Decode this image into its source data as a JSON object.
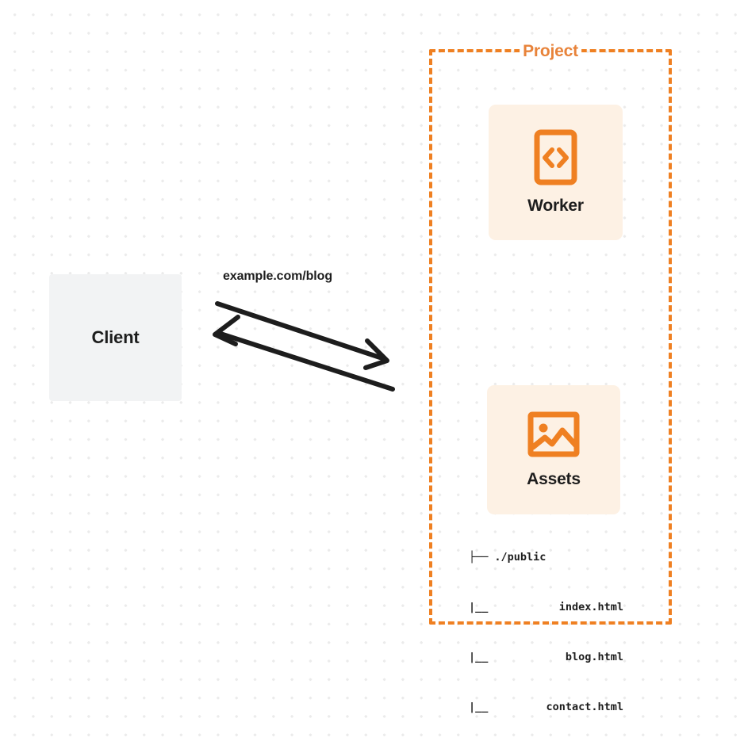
{
  "diagram": {
    "type": "architecture-diagram",
    "background": {
      "style": "dot-grid",
      "page_color": "#ffffff",
      "dot_color": "#ebebeb"
    },
    "colors": {
      "accent_orange": "#ef8022",
      "title_orange": "#e8833a",
      "card_background": "#fdf1e4",
      "client_background": "#f2f3f4",
      "text_dark": "#1d1d1d"
    },
    "client": {
      "label": "Client"
    },
    "connector": {
      "label": "example.com/blog",
      "request_direction": "client-to-project",
      "response_direction": "project-to-client"
    },
    "project": {
      "title": "Project",
      "border_style": "dashed",
      "services": [
        {
          "id": "worker",
          "label": "Worker",
          "icon": "code-brackets-icon"
        },
        {
          "id": "assets",
          "label": "Assets",
          "icon": "image-icon"
        }
      ],
      "file_tree": [
        {
          "branch": "├──",
          "name": "./public"
        },
        {
          "branch": "|__",
          "name": "index.html"
        },
        {
          "branch": "|__",
          "name": "blog.html"
        },
        {
          "branch": "|__",
          "name": "contact.html"
        }
      ]
    }
  }
}
